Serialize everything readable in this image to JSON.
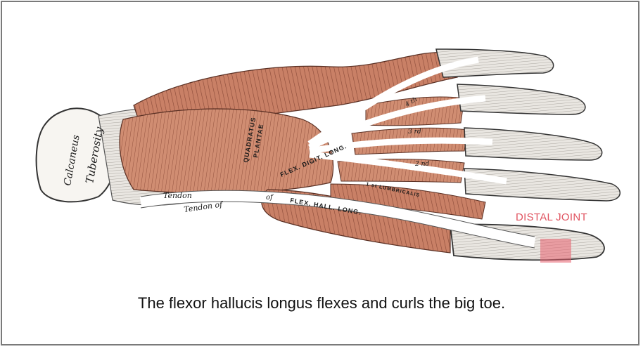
{
  "figure": {
    "labels": {
      "calcaneus": "Calcaneus",
      "tuberosity": "Tuberosity",
      "quadratus": "QUADRATUS",
      "plantae": "PLANTAE",
      "flex_digit_long": "FLEX. DIGIT. LONG.",
      "tendon": "Tendon",
      "tendon_of": "Tendon of",
      "of": "of",
      "flex_hall_long": "FLEX. HALL. LONG.",
      "lumbricalis": "1 st LUMBRICALIS",
      "second": "2 nd",
      "third": "3 rd",
      "fourth": "4 th"
    },
    "highlight": {
      "label": "DISTAL JOINT",
      "color": "#e85f6e"
    },
    "colors": {
      "muscle": "#c27a60",
      "tendon": "#ffffff",
      "bone": "#f4f2ee"
    }
  },
  "caption": "The flexor hallucis longus flexes and curls the big toe."
}
